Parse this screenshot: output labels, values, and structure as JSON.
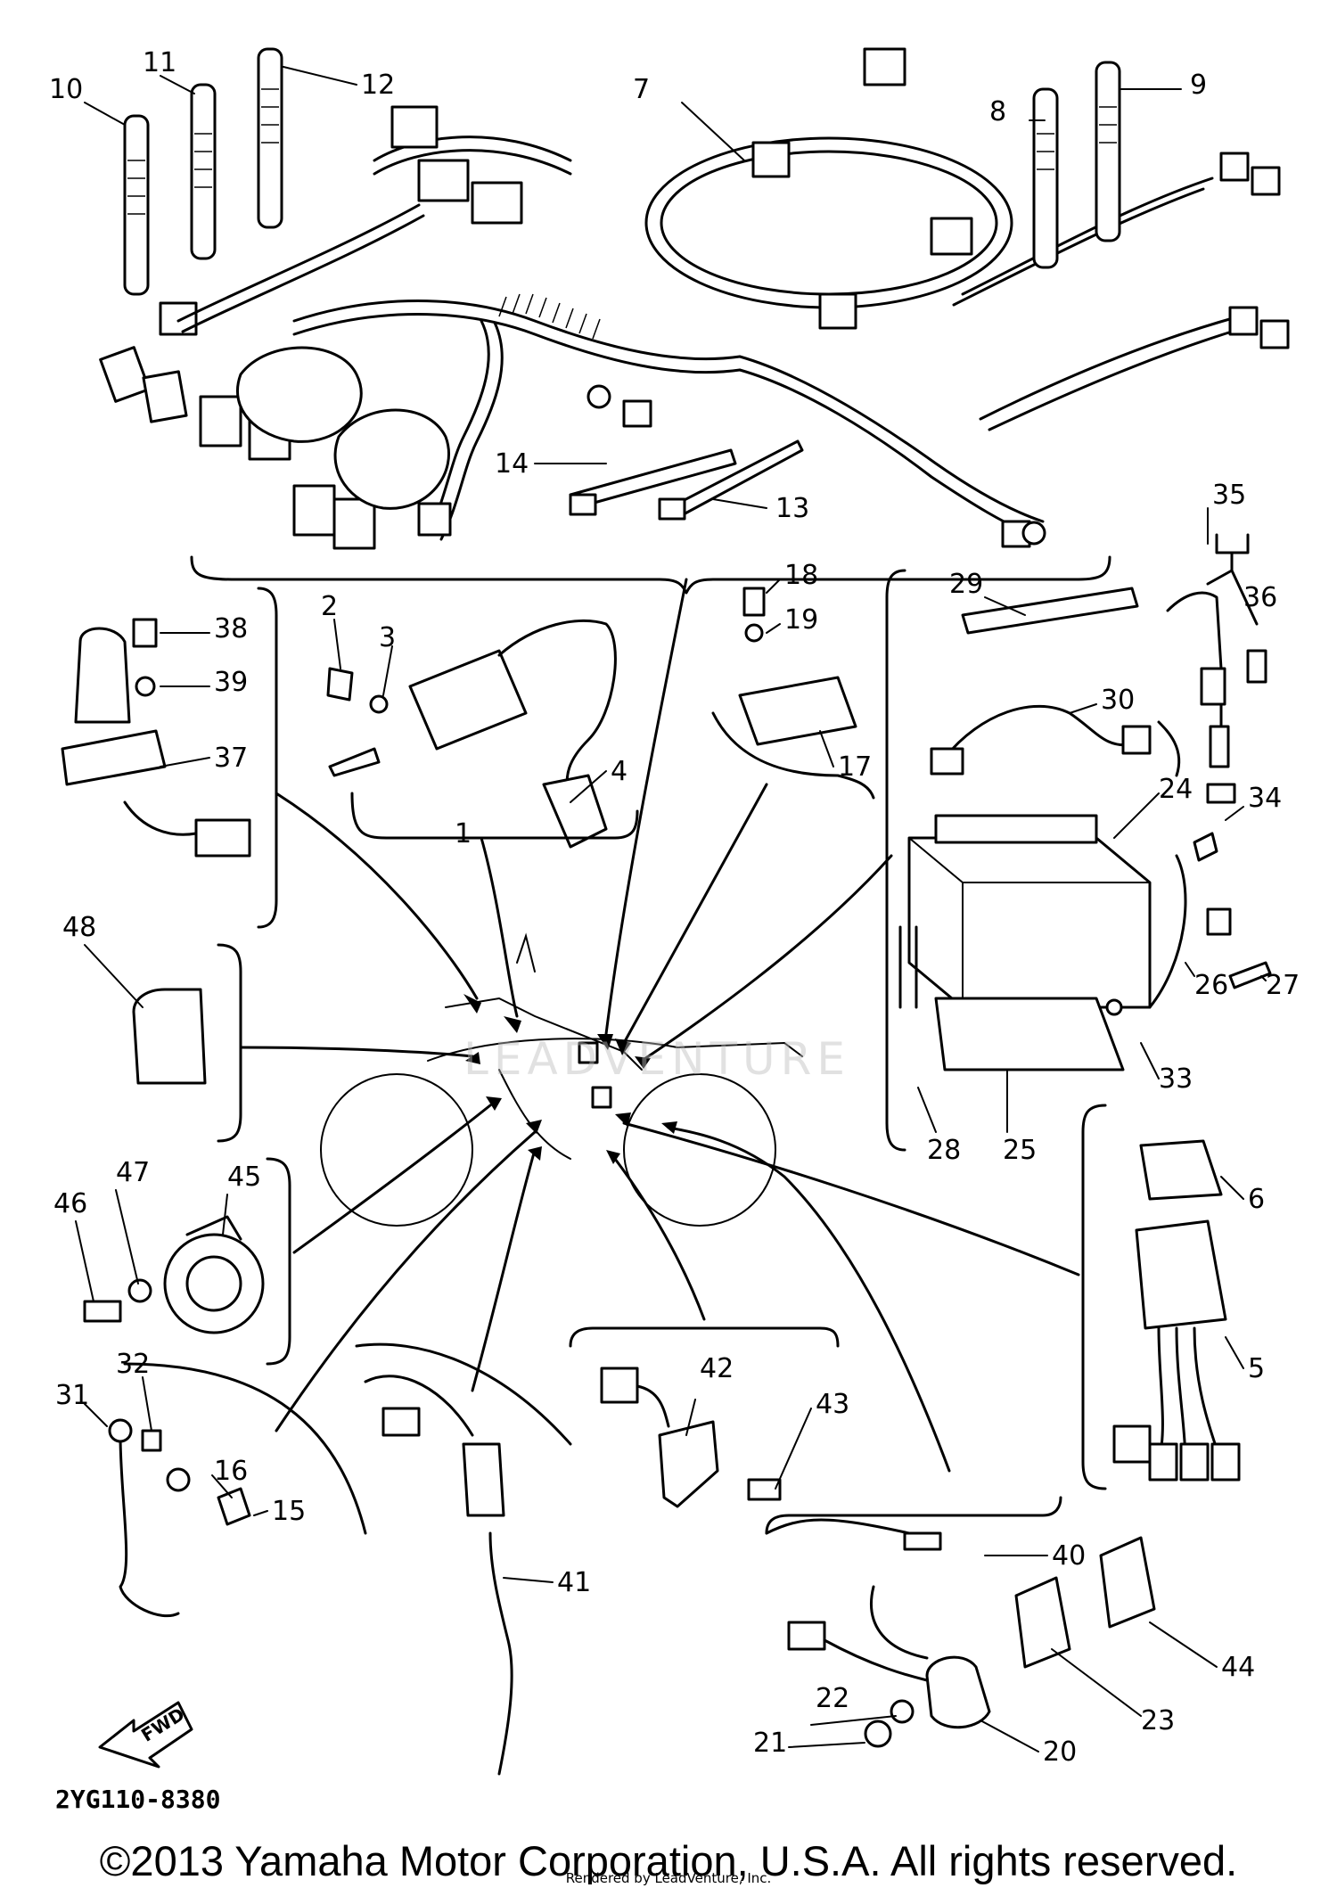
{
  "diagram": {
    "part_code": "2YG110-8380",
    "direction_label": "FWD",
    "watermark": "LEADVENTURE",
    "copyright": "©2013 Yamaha Motor Corporation, U.S.A. All rights reserved.",
    "rendered_by": "Rendered by LeadVenture, Inc.",
    "callouts": [
      "1",
      "2",
      "3",
      "4",
      "5",
      "6",
      "7",
      "8",
      "9",
      "10",
      "11",
      "12",
      "13",
      "14",
      "15",
      "16",
      "17",
      "18",
      "19",
      "20",
      "21",
      "22",
      "23",
      "24",
      "25",
      "26",
      "27",
      "28",
      "29",
      "30",
      "31",
      "32",
      "33",
      "34",
      "35",
      "36",
      "37",
      "38",
      "39",
      "40",
      "41",
      "42",
      "43",
      "44",
      "45",
      "46",
      "47",
      "48"
    ]
  }
}
